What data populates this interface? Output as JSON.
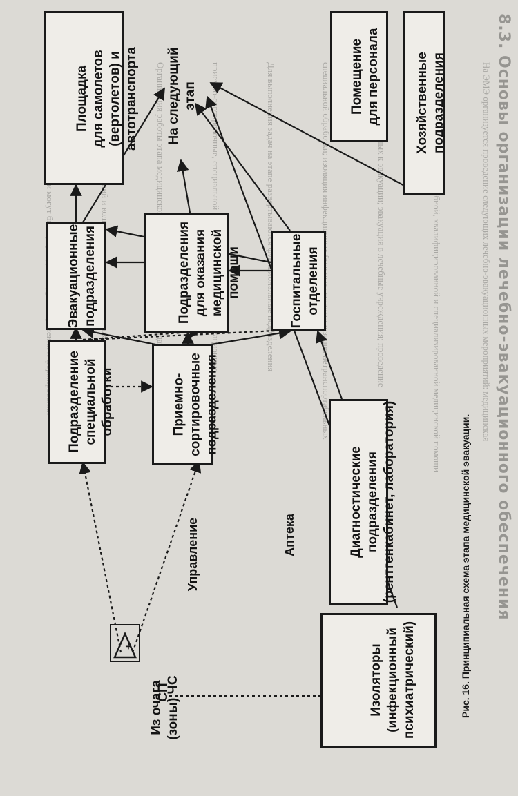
{
  "header": {
    "ghost_title": "8.3. Основы организации лечебно-эвакуационного обеспечения"
  },
  "nodes": {
    "source": "Из очага\n(зоны) ЧС",
    "sp": "СП",
    "special_processing": "Подразделение\nспециальной обработки",
    "reception": "Приемно-сортировочные\nподразделения",
    "management": "Управление",
    "pharmacy": "Аптека",
    "isolators": "Изоляторы\n(инфекционный\nпсихиатрический)",
    "evacuation": "Эвакуационные\nподразделения",
    "medical_aid": "Подразделения\nдля оказания\nмедицинской\nпомощи",
    "hospital": "Госпитальные\nотделения",
    "diagnostics": "Диагностические подразделения\n(рентгенкабинет, лаборатория)",
    "landing": "Площадка\nдля самолетов\n(вертолетов) и\nавтотранспорта",
    "next_stage": "На следующий\nэтап",
    "staff_room": "Помещение\nдля персонала",
    "household": "Хозяйственные\nподразделения"
  },
  "caption": "Рис. 16. Принципиальная схема этапа медицинской эвакуации.",
  "background_lines": [
    "На ЭМЭ организуется проведение следующих лечебно-эвакуационных мероприятий: медицинская",
    "сортировка; оказание первой врачебной, квалифицированной и специализированной медицинской помощи",
    "подготовка пораженных к эвакуации; эвакуация в лечебные учреждения; проведение",
    "специальной обработки; изоляция инфекционных больных; госпитализация нетранспортабельных",
    "Для выполнения задач на этапе развертываются функциональные подразделения",
    "приемно-сортировочные, специальной обработки, госпитальные, эвакуационные",
    "Организация работы этапа медицинской эвакуации определяется его задачами и условиями",
    "обстановки, характером поражений и количеством поступающих пораженных",
    "Этапами медицинской эвакуации могут быть учреждения здравоохранения и формирования"
  ]
}
